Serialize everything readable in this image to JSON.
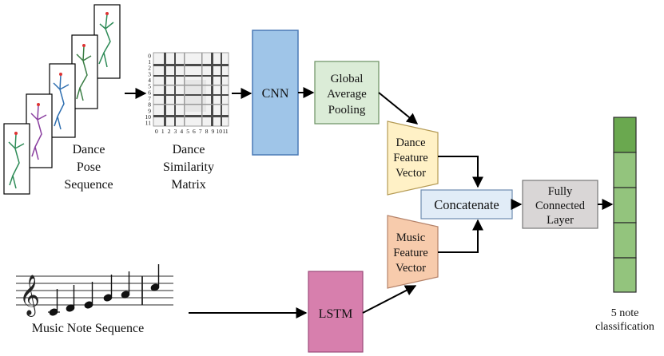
{
  "labels": {
    "pose_sequence": [
      "Dance",
      "Pose",
      "Sequence"
    ],
    "similarity_matrix": [
      "Dance",
      "Similarity",
      "Matrix"
    ],
    "cnn": "CNN",
    "gap": [
      "Global",
      "Average",
      "Pooling"
    ],
    "dance_feature": [
      "Dance",
      "Feature",
      "Vector"
    ],
    "music_feature": [
      "Music",
      "Feature",
      "Vector"
    ],
    "concatenate": "Concatenate",
    "fc": [
      "Fully",
      "Connected",
      "Layer"
    ],
    "lstm": "LSTM",
    "music_sequence": "Music Note Sequence",
    "output": [
      "5 note",
      "classification"
    ]
  },
  "matrix_ticks": [
    "0",
    "1",
    "2",
    "3",
    "4",
    "5",
    "6",
    "7",
    "8",
    "9",
    "10",
    "11"
  ],
  "colors": {
    "cnn": "#9fc5e8",
    "gap": "#dbecd7",
    "dance_feature": "#fff1c6",
    "music_feature": "#f7cbac",
    "concatenate": "#e1ecf7",
    "fc": "#d9d6d6",
    "lstm": "#d77fad",
    "output_top": "#6aa84f",
    "output_cells": "#93c47d"
  }
}
